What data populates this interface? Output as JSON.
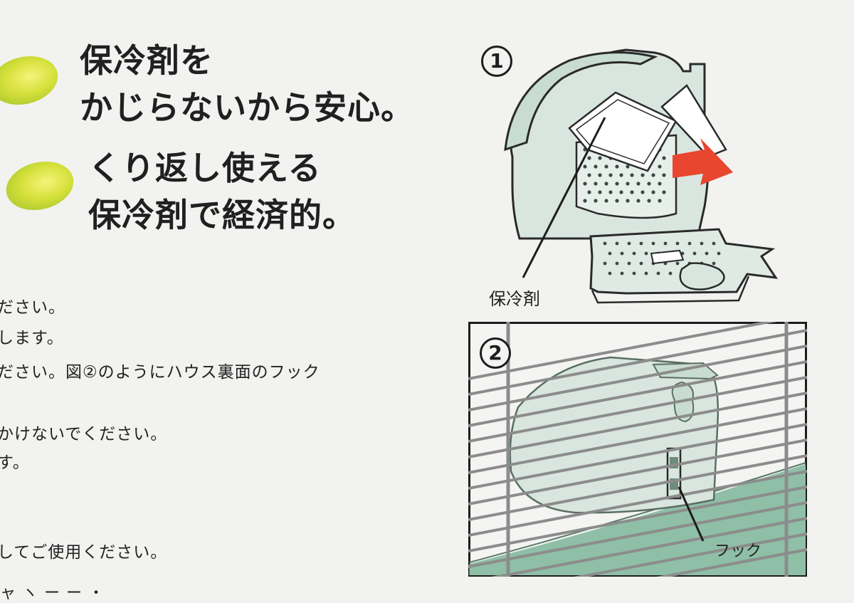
{
  "headlines": {
    "feature1": [
      "保冷剤を",
      "かじらないから安心。"
    ],
    "feature2": [
      "くり返し使える",
      "保冷剤で経済的。"
    ]
  },
  "instructions": [
    "ださい。",
    "します。",
    "ださい。図②のようにハウス裏面のフック",
    "かけないでください。",
    "す。",
    "してご使用ください。",
    "ャ ヽ ー ー ・"
  ],
  "figures": {
    "fig1": {
      "number": "1",
      "label": "保冷剤"
    },
    "fig2": {
      "number": "2",
      "label": "フック"
    }
  },
  "colors": {
    "house_fill": "#d8e6df",
    "tray_fill": "#dfeae4",
    "cage_floor": "#8fbfa7",
    "arrow": "#e8462e",
    "bullet": "#d4e03a"
  }
}
